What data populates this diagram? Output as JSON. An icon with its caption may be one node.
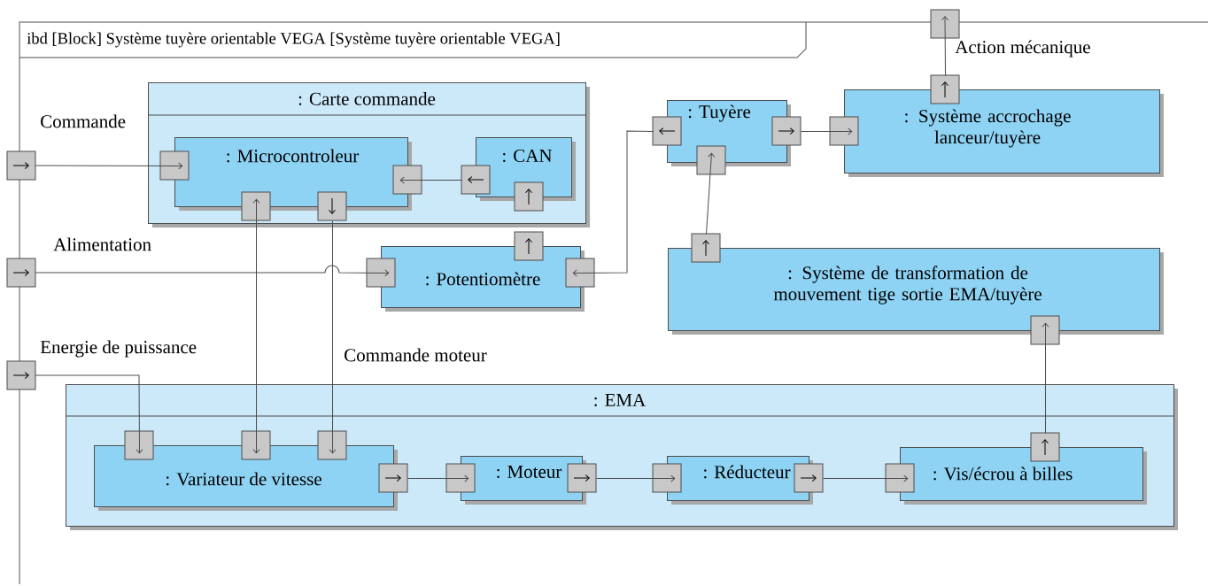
{
  "diagram": {
    "nodes": [
      {
        "text": [
          "ibd [Block] Système tuyère orientable VEGA [Système tuyère orientable VEGA]"
        ]
      },
      {
        "text": [
          ": Carte commande"
        ],
        "in": 0
      },
      {
        "text": [
          ": Microcontroleur"
        ],
        "in": 1
      },
      {
        "text": [
          ": CAN"
        ],
        "in": 1
      },
      {
        "text": [
          ": Potentiomètre"
        ],
        "in": 0
      },
      {
        "text": [
          ": Tuyère"
        ],
        "in": 0
      },
      {
        "text": [
          ": Système accrochage lanceur/tuyère"
        ],
        "in": 0
      },
      {
        "text": [
          ": Système de transformation de mouvement tige sortie EMA/tuyère"
        ],
        "in": 0
      },
      {
        "text": [
          ": EMA"
        ],
        "in": 0
      },
      {
        "text": [
          ": Variateur de vitesse"
        ],
        "in": 8
      },
      {
        "text": [
          ": Moteur"
        ],
        "in": 8
      },
      {
        "text": [
          ": Réducteur"
        ],
        "in": 8
      },
      {
        "text": [
          ": Vis/écrou à billes"
        ],
        "in": 8
      },
      {
        "text": [],
        "shape": "box",
        "beside": [
          "Commande"
        ]
      },
      {
        "text": [],
        "shape": "box",
        "beside": [
          "Alimentation"
        ]
      },
      {
        "text": [],
        "shape": "box",
        "beside": [
          "Energie de puissance"
        ]
      },
      {
        "text": [],
        "shape": "box",
        "beside": [
          "Action mécanique"
        ]
      }
    ],
    "edges": [
      {
        "from": 13,
        "to": 2,
        "arrow": "to"
      },
      {
        "from": 14,
        "to": 4,
        "arrow": "to"
      },
      {
        "from": 15,
        "to": 9,
        "arrow": "to"
      },
      {
        "from": 3,
        "to": 2,
        "arrow": "to"
      },
      {
        "from": 9,
        "to": 2,
        "arrow": "both"
      },
      {
        "from": 2,
        "to": 9,
        "arrow": "to",
        "label": "Commande moteur"
      },
      {
        "from": 5,
        "to": 4,
        "arrow": "to"
      },
      {
        "from": 5,
        "to": 6,
        "arrow": "to"
      },
      {
        "from": 7,
        "to": 5,
        "arrow": "to"
      },
      {
        "from": 12,
        "to": 7,
        "arrow": "to"
      },
      {
        "from": 9,
        "to": 10,
        "arrow": "to"
      },
      {
        "from": 10,
        "to": 11,
        "arrow": "to"
      },
      {
        "from": 11,
        "to": 12,
        "arrow": "to"
      },
      {
        "from": 6,
        "to": 16,
        "arrow": "to"
      }
    ]
  }
}
